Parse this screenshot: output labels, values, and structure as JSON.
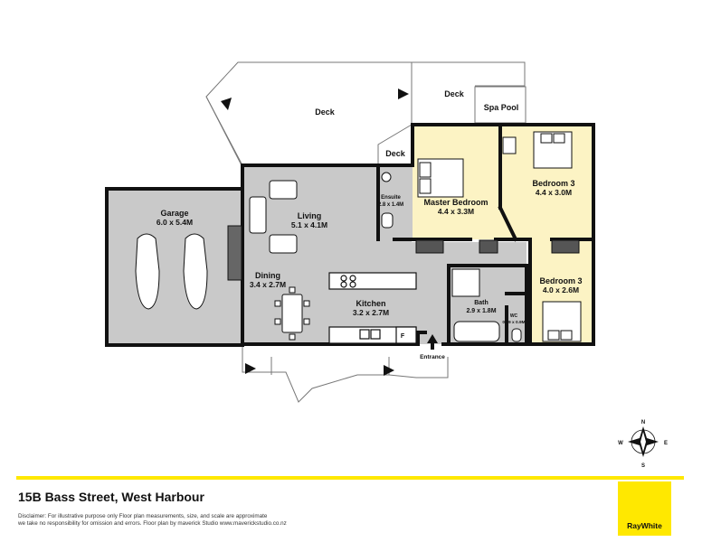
{
  "rooms": {
    "garage": {
      "name": "Garage",
      "dim": "6.0 x 5.4M"
    },
    "living": {
      "name": "Living",
      "dim": "5.1 x 4.1M"
    },
    "dining": {
      "name": "Dining",
      "dim": "3.4 x 2.7M"
    },
    "kitchen": {
      "name": "Kitchen",
      "dim": "3.2 x 2.7M"
    },
    "ensuite": {
      "name": "Ensuite",
      "dim": "2.8 x 1.4M"
    },
    "master": {
      "name": "Master Bedroom",
      "dim": "4.4 x 3.3M"
    },
    "bedroom3a": {
      "name": "Bedroom 3",
      "dim": "4.4 x 3.0M"
    },
    "bedroom3b": {
      "name": "Bedroom 3",
      "dim": "4.0 x 2.6M"
    },
    "bath": {
      "name": "Bath",
      "dim": "2.9 x 1.8M"
    },
    "wc": {
      "name": "WC",
      "dim": "0.99 x 0.9M"
    }
  },
  "labels": {
    "deck_main": "Deck",
    "deck_top": "Deck",
    "deck_small": "Deck",
    "spa_pool": "Spa Pool",
    "entrance": "Entrance",
    "fridge": "F"
  },
  "compass": {
    "n": "N",
    "s": "S",
    "e": "E",
    "w": "W"
  },
  "footer": {
    "address": "15B Bass Street, West Harbour",
    "disclaimer_1": "Disclaimer: For illustrative purpose only Floor plan measurements, size, and scale are approximate",
    "disclaimer_2": "we take no responsibility for omission and errors. Floor plan by maverick Studio www.maverickstudio.co.nz",
    "brand": "RayWhite"
  },
  "colors": {
    "wall": "#111111",
    "floor_grey": "#c9c9c9",
    "bedroom_yellow": "#fcf3c4",
    "accent_yellow": "#ffe800"
  }
}
